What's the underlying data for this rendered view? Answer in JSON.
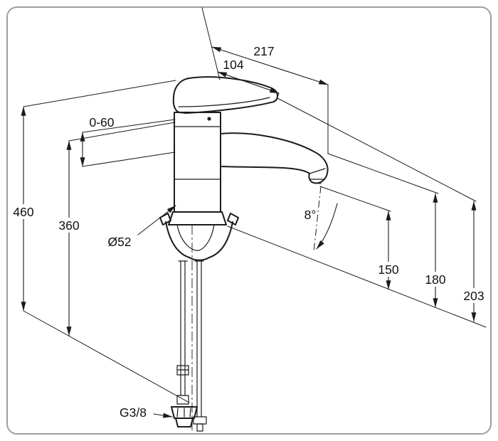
{
  "drawing": {
    "title": "faucet-dimension-drawing",
    "dims": {
      "projection": "217",
      "lever": "104",
      "range": "0-60",
      "total": "460",
      "height": "360",
      "diameter": "Ø52",
      "angle": "8°",
      "h150": "150",
      "h180": "180",
      "h203": "203",
      "thread": "G3/8"
    },
    "colors": {
      "line": "#1b1b1b",
      "background": "#ffffff",
      "frame": "#9aa0a6"
    }
  }
}
